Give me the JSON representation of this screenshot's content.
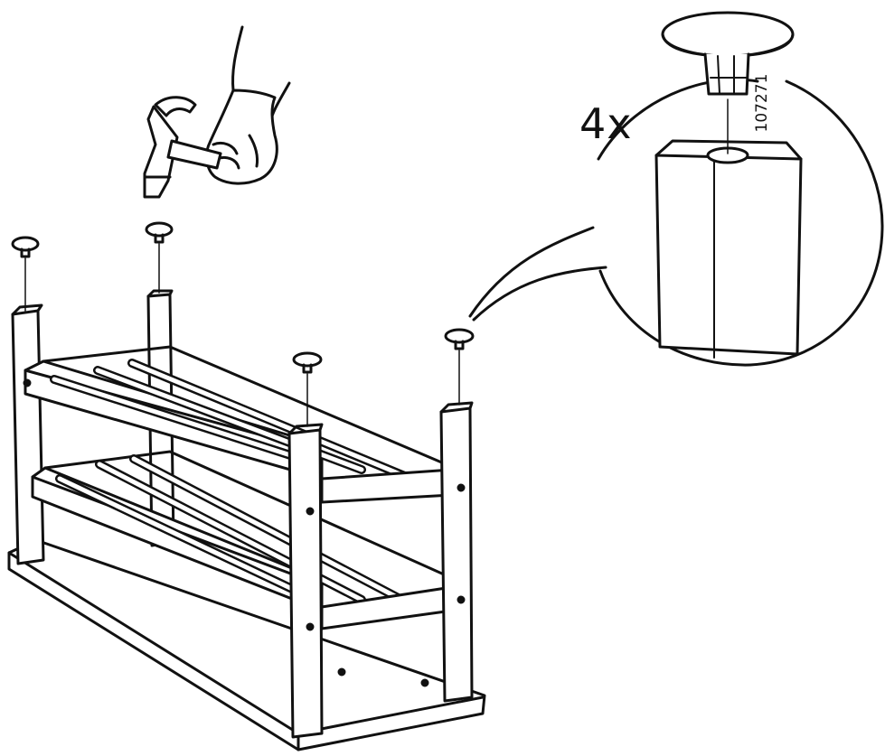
{
  "figure": {
    "quantity_label": "4x",
    "part_number": "107271",
    "part_count": 4,
    "line_color": "#111111",
    "fill_color": "#ffffff"
  },
  "icons": {
    "hammer": "hammer-icon",
    "hand": "hand-icon",
    "cap": "plastic-cap-icon",
    "leg": "table-leg-icon"
  }
}
